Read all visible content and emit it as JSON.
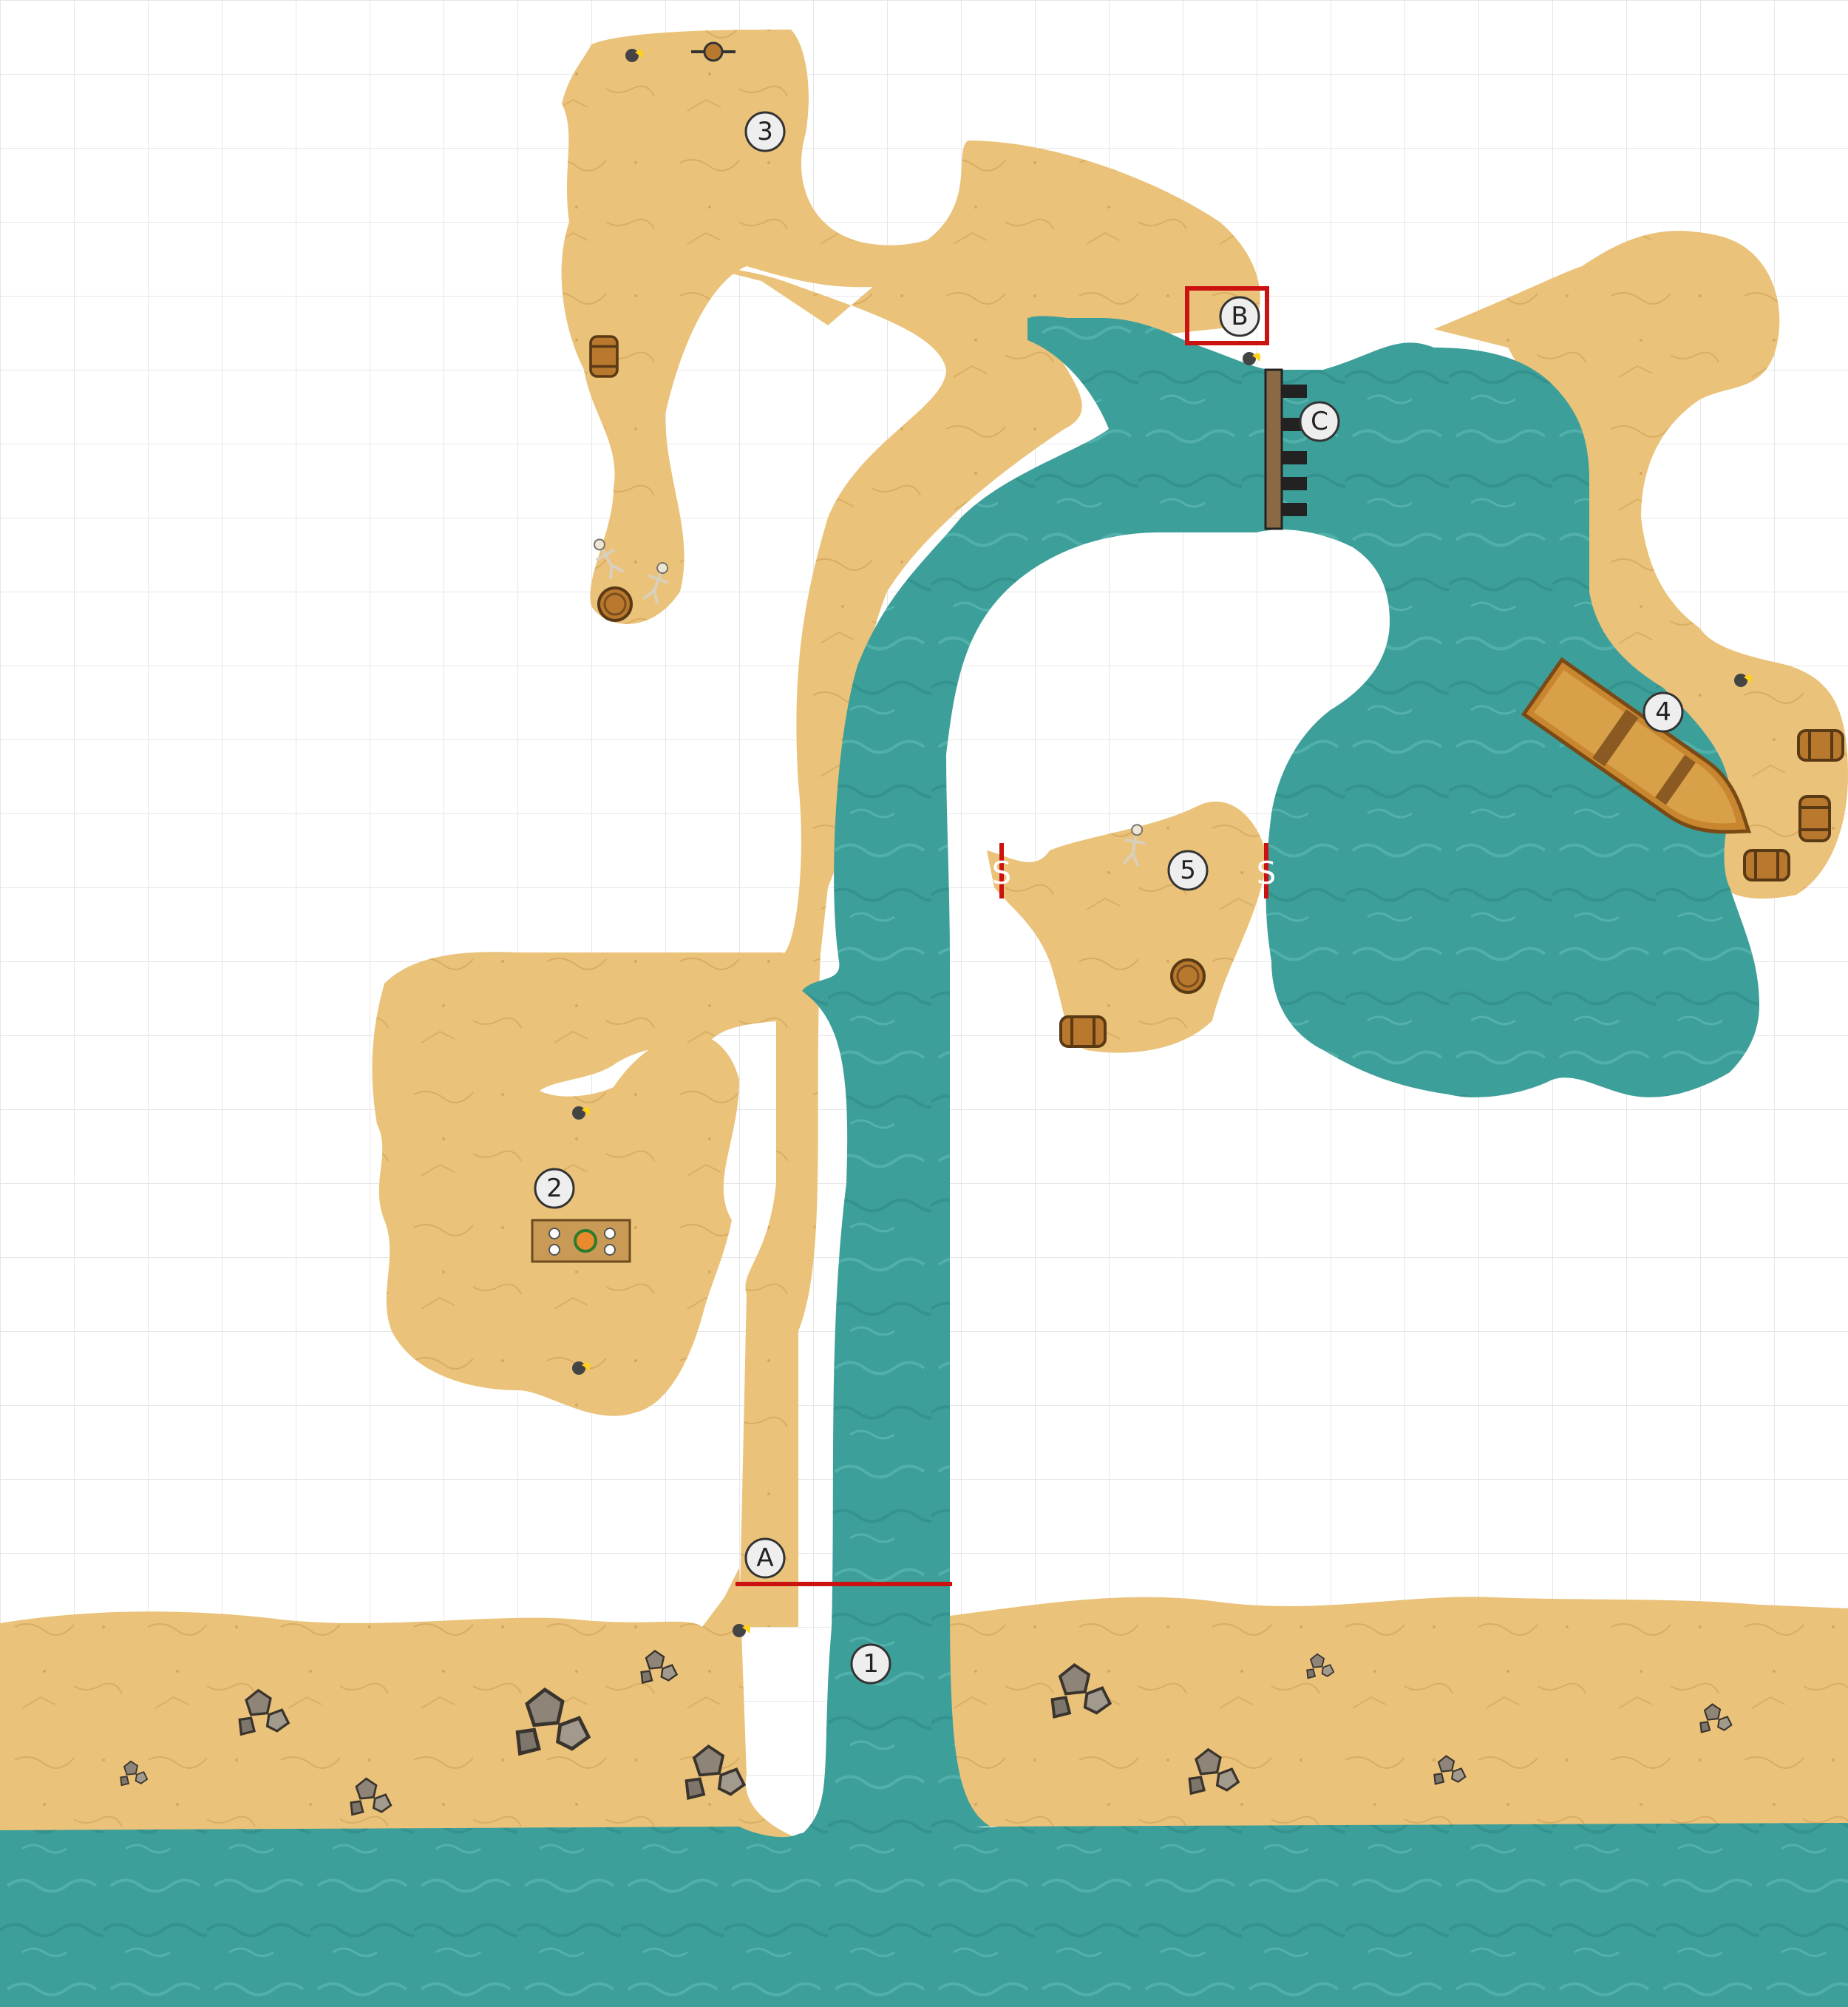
{
  "map": {
    "colors": {
      "sand": "#eac27a",
      "sand_dark": "#c99a4e",
      "water": "#3d9f9a",
      "water_light": "#5fbab4",
      "grid": "#e6e6e6",
      "marker_red": "#cc1111",
      "label_fill": "#eeeeee",
      "label_stroke": "#333333"
    },
    "labels": {
      "area_1": "1",
      "area_2": "2",
      "area_3": "3",
      "area_4": "4",
      "area_5": "5",
      "point_a": "A",
      "point_b": "B",
      "point_c": "C",
      "secret_door_left": "S",
      "secret_door_right": "S"
    },
    "icons": [
      "torch-icon",
      "barrel-icon",
      "skeleton-icon",
      "rocks-icon",
      "rowboat-icon",
      "dock-icon",
      "table-icon",
      "ship-wheel-icon"
    ]
  }
}
